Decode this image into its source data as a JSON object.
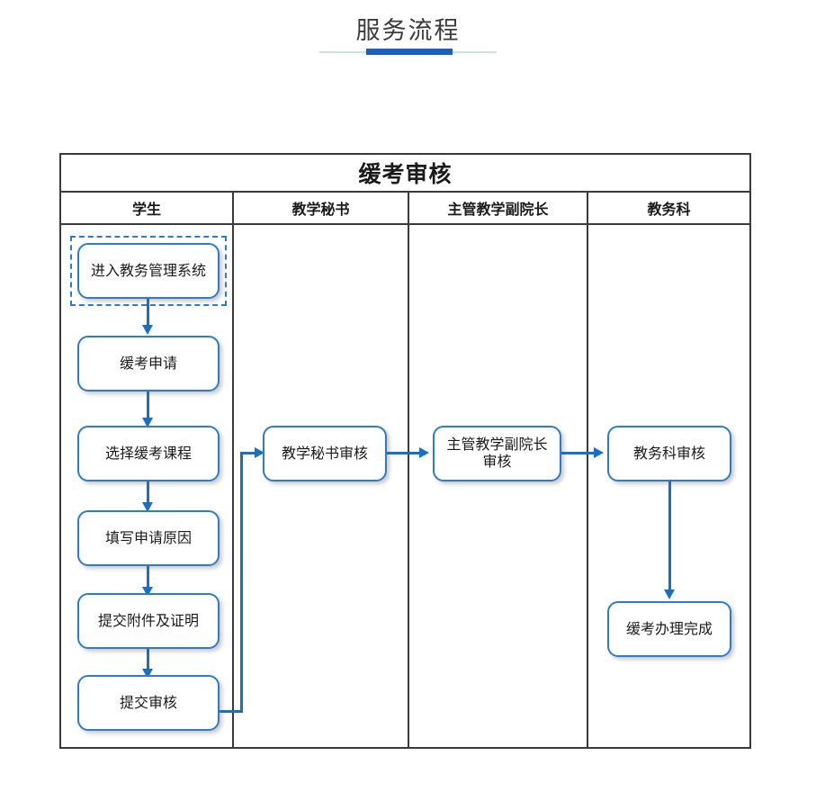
{
  "page": {
    "title": "服务流程",
    "accent_color": "#1d5fbf",
    "rule_color": "#cfdfe9"
  },
  "flow_table": {
    "title": "缓考审核",
    "lanes": [
      {
        "id": "student",
        "header": "学生"
      },
      {
        "id": "secretary",
        "header": "教学秘书"
      },
      {
        "id": "vice-dean",
        "header": "主管教学副院长"
      },
      {
        "id": "registry",
        "header": "教务科"
      }
    ],
    "node_border_color": "#2c7bd1",
    "connector_color": "#1a6fc4",
    "table_border_color": "#3b3b3b",
    "nodes": [
      {
        "id": "enter-system",
        "lane": "student",
        "label": "进入教务管理系统",
        "selected": true
      },
      {
        "id": "defer-apply",
        "lane": "student",
        "label": "缓考申请",
        "selected": false
      },
      {
        "id": "choose-course",
        "lane": "student",
        "label": "选择缓考课程",
        "selected": false
      },
      {
        "id": "fill-reason",
        "lane": "student",
        "label": "填写申请原因",
        "selected": false
      },
      {
        "id": "submit-attach",
        "lane": "student",
        "label": "提交附件及证明",
        "selected": false
      },
      {
        "id": "submit-review",
        "lane": "student",
        "label": "提交审核",
        "selected": false
      },
      {
        "id": "secretary-review",
        "lane": "secretary",
        "label": "教学秘书审核",
        "selected": false
      },
      {
        "id": "vicedean-review",
        "lane": "vice-dean",
        "label": "主管教学副院长\n审核",
        "selected": false
      },
      {
        "id": "registry-review",
        "lane": "registry",
        "label": "教务科审核",
        "selected": false
      },
      {
        "id": "done",
        "lane": "registry",
        "label": "缓考办理完成",
        "selected": false
      }
    ],
    "edges": [
      {
        "from": "enter-system",
        "to": "defer-apply",
        "type": "down"
      },
      {
        "from": "defer-apply",
        "to": "choose-course",
        "type": "down"
      },
      {
        "from": "choose-course",
        "to": "fill-reason",
        "type": "down"
      },
      {
        "from": "fill-reason",
        "to": "submit-attach",
        "type": "down"
      },
      {
        "from": "submit-attach",
        "to": "submit-review",
        "type": "down"
      },
      {
        "from": "submit-review",
        "to": "secretary-review",
        "type": "elbow-right-up"
      },
      {
        "from": "secretary-review",
        "to": "vicedean-review",
        "type": "right"
      },
      {
        "from": "vicedean-review",
        "to": "registry-review",
        "type": "right"
      },
      {
        "from": "registry-review",
        "to": "done",
        "type": "down"
      }
    ]
  }
}
